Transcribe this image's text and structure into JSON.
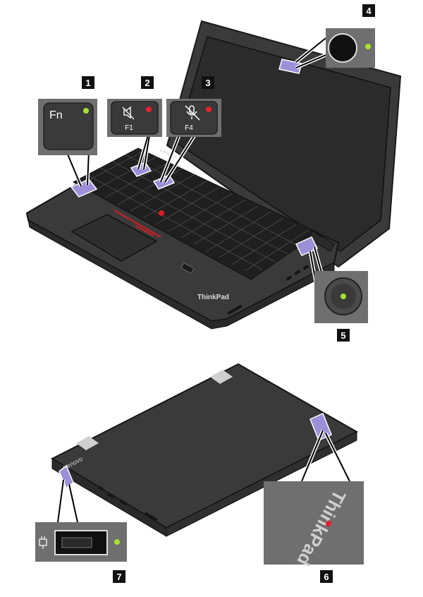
{
  "callouts": {
    "fn_key": {
      "number": "1",
      "label": "Fn"
    },
    "mute_key": {
      "number": "2",
      "label": "F1"
    },
    "mic_key": {
      "number": "3",
      "label": "F4"
    },
    "camera": {
      "number": "4"
    },
    "power_button": {
      "number": "5"
    },
    "logo_dot": {
      "number": "6"
    },
    "power_connector": {
      "number": "7"
    }
  },
  "branding": {
    "bezel_logo": "Lenovo",
    "palmrest_logo": "ThinkPad",
    "lid_logo": "Lenovo",
    "lid_thinkpad_logo": "ThinkPad"
  },
  "colors": {
    "indicator_green": "#a6e22e",
    "indicator_red": "#e8202a",
    "highlight_purple": "#9c8fd8",
    "number_badge": "#111111",
    "panel_gray": "#6f6f6f",
    "laptop_body": "#3c3c3c"
  },
  "icons": {
    "fn_key": "fn-led-icon",
    "mute_key": "speaker-mute-icon",
    "mic_key": "microphone-mute-icon",
    "camera": "camera-status-icon",
    "power_button": "power-button-led-icon",
    "logo_dot": "thinkpad-logo-dot-icon",
    "power_connector": "ac-power-connector-icon"
  }
}
